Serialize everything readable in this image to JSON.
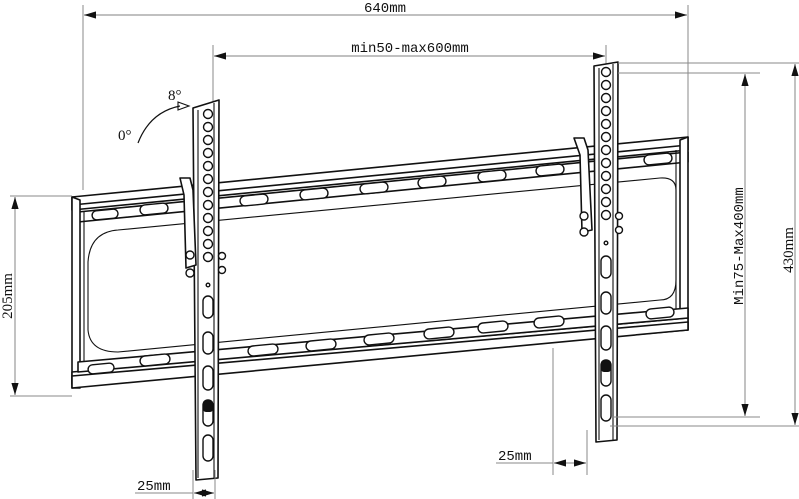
{
  "diagram": {
    "title": "TV wall mount tilt bracket dimensions",
    "subject": "tilting TV wall bracket",
    "dimensions": {
      "overall_width": "640mm",
      "vesa_horizontal": "min50-max600mm",
      "vesa_vertical": "Min75-Max400mm",
      "overall_height": "430mm",
      "wall_plate_height": "205mm",
      "arm_width_left": "25mm",
      "arm_width_right": "25mm"
    },
    "tilt": {
      "start_angle": "0°",
      "end_angle": "8°"
    },
    "components": [
      "wall-plate",
      "left-vertical-arm",
      "right-vertical-arm",
      "left-tilt-latch",
      "right-tilt-latch"
    ],
    "colors": {
      "line": "#111111",
      "dimension_line": "#9a9a9a",
      "background": "#ffffff"
    }
  }
}
